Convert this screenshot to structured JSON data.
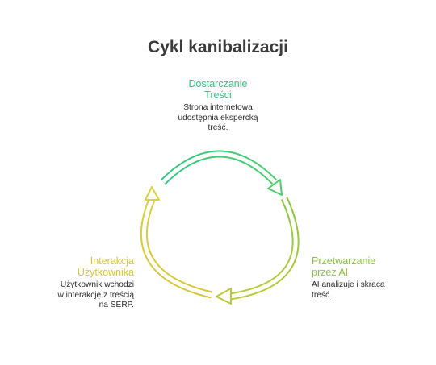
{
  "title": "Cykl kanibalizacji",
  "colors": {
    "delivery": "#2fc880",
    "processing": "#8cc43c",
    "interaction": "#d8c832"
  },
  "stages": [
    {
      "title_lines": [
        "Dostarczanie",
        "Treści"
      ],
      "desc_lines": [
        "Strona internetowa",
        "udostępnia ekspercką",
        "treść."
      ]
    },
    {
      "title_lines": [
        "Przetwarzanie",
        "przez AI"
      ],
      "desc_lines": [
        "AI analizuje i skraca",
        "treść."
      ]
    },
    {
      "title_lines": [
        "Interakcja",
        "Użytkownika"
      ],
      "desc_lines": [
        "Użytkownik wchodzi",
        "w interakcję z treścią",
        "na SERP."
      ]
    }
  ]
}
